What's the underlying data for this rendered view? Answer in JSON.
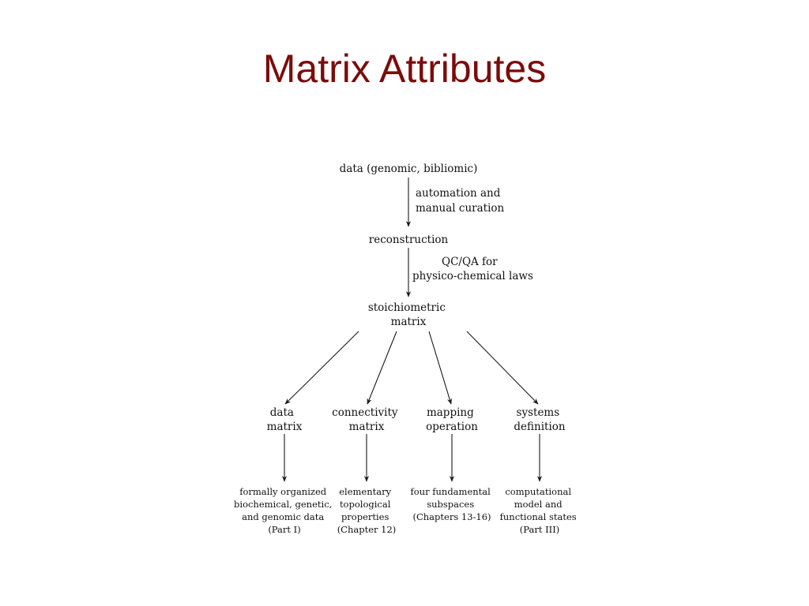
{
  "title": "Matrix Attributes",
  "nodes": {
    "data": [
      "data (genomic, bibliomic)"
    ],
    "reconstruction": [
      "reconstruction"
    ],
    "stoichiometric": [
      "stoichiometric",
      "matrix"
    ],
    "data_matrix": [
      "data",
      "matrix"
    ],
    "connectivity_matrix": [
      "connectivity",
      "matrix"
    ],
    "mapping_operation": [
      "mapping",
      "operation"
    ],
    "systems_definition": [
      "systems",
      "definition"
    ],
    "out_data": [
      "formally organized",
      "biochemical, genetic,",
      "and genomic data",
      "(Part I)"
    ],
    "out_connectivity": [
      "elementary",
      "topological",
      "properties",
      "(Chapter 12)"
    ],
    "out_mapping": [
      "four fundamental",
      "subspaces",
      "(Chapters 13-16)"
    ],
    "out_systems": [
      "computational",
      "model and",
      "functional states",
      "(Part III)"
    ]
  },
  "edge_labels": {
    "automation": [
      "automation and",
      "manual curation"
    ],
    "qcqa": [
      "QC/QA for",
      "physico-chemical  laws"
    ]
  }
}
